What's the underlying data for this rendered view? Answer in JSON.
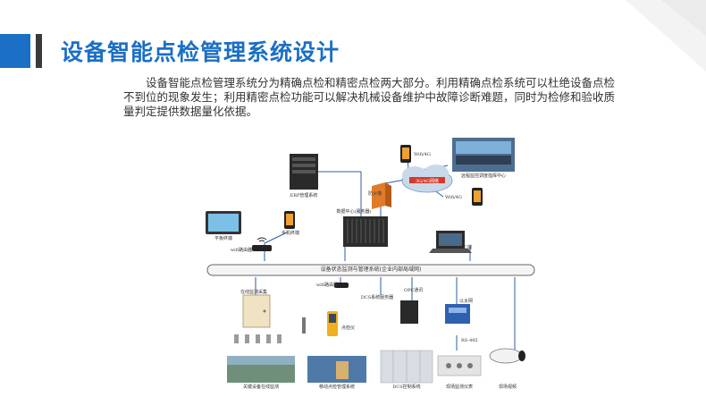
{
  "title": "设备智能点检管理系统设计",
  "intro": "设备智能点检管理系统分为精确点检和精密点检两大部分。利用精确点检系统可以杜绝设备点检不到位的现象发生；利用精密点检功能可以解决机械设备维护中故障诊断难题，同时为检修和验收质量判定提供数据量化依据。",
  "diagram": {
    "erp": "ERP管理系统",
    "internet": "3G/4G网络",
    "monitor_center": "远程监控调度指挥中心",
    "phone_top": "Wifi/4G",
    "phone_right": "Wifi/4G",
    "firewall": "防火墙",
    "data_center": "数据中心(服务器)",
    "tablet": "平板终端",
    "phone_left": "手机终端",
    "router_top": "wifi路由器",
    "pc": "PC端",
    "bus": "设备状态监测与管理系统(企业内部局域网)",
    "online_collector": "在线监测采集",
    "router_bottom": "wifi路由器",
    "dcs_server": "DCS系统服务器",
    "opc": "OPC通讯",
    "ethernet": "以太网",
    "rs485": "RS-485",
    "inspector": "点检仪",
    "key_monitor": "关键设备在线监测",
    "mobile_mgmt": "移动点检管理系统",
    "dcs_ctrl": "DCS控制系统",
    "field_instrument": "现场监测仪表",
    "field_video": "现场视频"
  },
  "colors": {
    "accent": "#1b6fc4",
    "text": "#333333",
    "bar_dark": "#3a3a3a"
  }
}
